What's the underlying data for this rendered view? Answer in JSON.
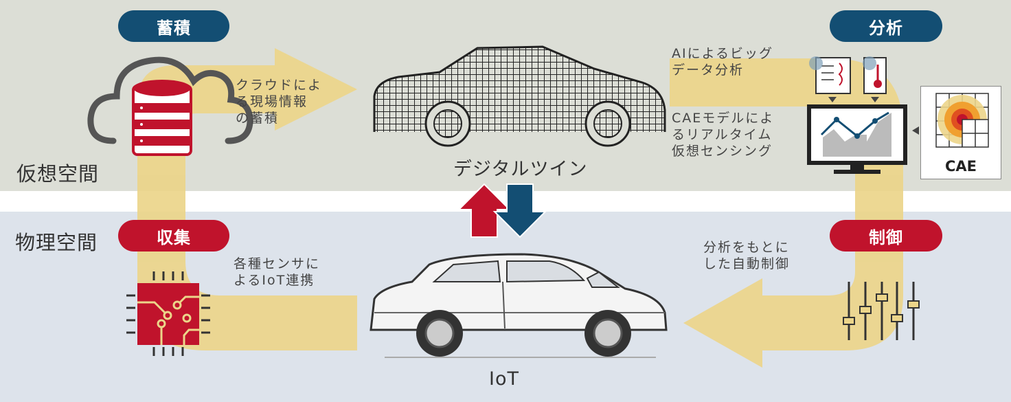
{
  "spaces": {
    "virtual": "仮想空間",
    "physical": "物理空間"
  },
  "stages": {
    "accumulate": "蓄積",
    "analyze": "分析",
    "collect": "収集",
    "control": "制御"
  },
  "captions": {
    "cloud": [
      "クラウドによ",
      "る現場情報",
      "の蓄積"
    ],
    "bigdata": [
      "AIによるビッグ",
      "データ分析"
    ],
    "cae_model": [
      "CAEモデルによ",
      "るリアルタイム",
      "仮想センシング"
    ],
    "control": [
      "分析をもとに",
      "した自動制御"
    ],
    "sensors": [
      "各種センサに",
      "よるIoT連携"
    ]
  },
  "center": {
    "digital_twin": "デジタルツイン",
    "iot": "IoT"
  },
  "cae_label": "CAE",
  "colors": {
    "navy": "#134e73",
    "red": "#c0132c",
    "arrow_yellow": "#ecd58a",
    "virtual_bg": "#dcded6",
    "physical_bg": "#dde3eb"
  }
}
